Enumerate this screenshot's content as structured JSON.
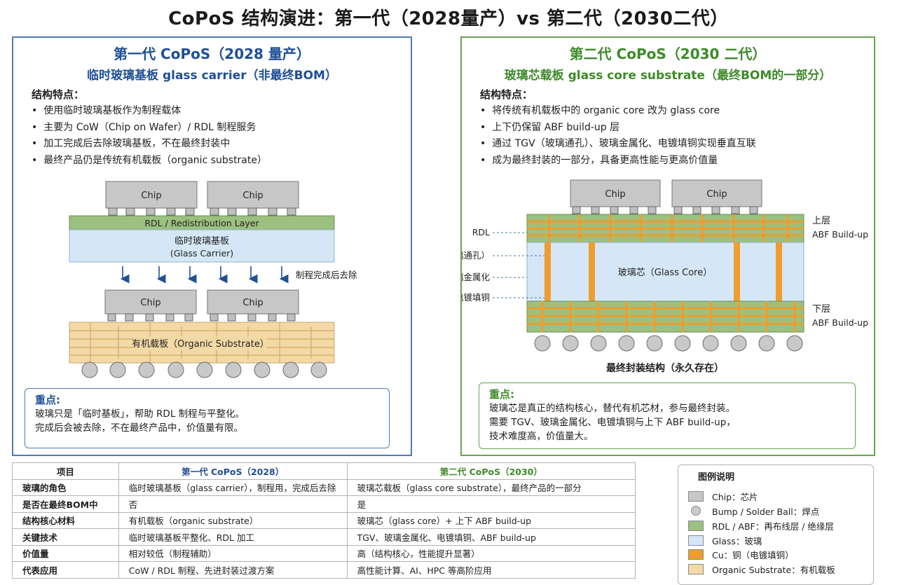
{
  "title": "CoPoS 结构演进：第一代（2028量产）vs 第二代（2030二代）",
  "left": {
    "title": "第一代 CoPoS（2028 量产）",
    "subtitle": "临时玻璃基板 glass carrier（非最终BOM）",
    "features_heading": "结构特点：",
    "features": [
      "使用临时玻璃基板作为制程载体",
      "主要为 CoW（Chip on Wafer）/ RDL 制程服务",
      "加工完成后去除玻璃基板，不在最终封装中",
      "最终产品仍是传统有机载板（organic substrate）"
    ],
    "diagram": {
      "chip": "Chip",
      "rdl": "RDL / Redistribution Layer",
      "carrier_line1": "临时玻璃基板",
      "carrier_line2": "(Glass Carrier)",
      "remove_note": "制程完成后去除",
      "substrate": "有机载板（Organic Substrate）"
    },
    "key_title": "重点:",
    "key_lines": [
      "玻璃只是「临时基板」，帮助  RDL  制程与平整化。",
      "完成后会被去除，不在最终产品中，价值量有限。"
    ]
  },
  "right": {
    "title": "第二代 CoPoS（2030 二代）",
    "subtitle": "玻璃芯载板 glass core substrate（最终BOM的一部分）",
    "features_heading": "结构特点：",
    "features": [
      "将传统有机载板中的 organic core 改为 glass core",
      "上下仍保留 ABF build-up 层",
      "通过 TGV（玻璃通孔）、玻璃金属化、电镀填铜实现垂直互联",
      "成为最终封装的一部分，具备更高性能与更高价值量"
    ],
    "diagram": {
      "chip": "Chip",
      "core": "玻璃芯（Glass Core）",
      "label_rdl": "RDL",
      "label_tgv": "TGV（玻璃通孔）",
      "label_metal": "玻璃金属化",
      "label_cu": "电镀填铜",
      "upper_line1": "上层",
      "upper_line2": "ABF Build-up",
      "lower_line1": "下层",
      "lower_line2": "ABF Build-up",
      "caption": "最终封装结构（永久存在）"
    },
    "key_title": "重点:",
    "key_lines": [
      "玻璃芯是真正的结构核心，替代有机芯材，参与最终封装。",
      "需要 TGV、玻璃金属化、电镀填铜与上下 ABF build-up，",
      "技术难度高，价值量大。"
    ]
  },
  "table": {
    "headers": [
      "项目",
      "第一代 CoPoS（2028）",
      "第二代 CoPoS（2030）"
    ],
    "rows": [
      [
        "玻璃的角色",
        "临时玻璃基板（glass carrier），制程用，完成后去除",
        "玻璃芯载板（glass core substrate），最终产品的一部分"
      ],
      [
        "是否在最终BOM中",
        "否",
        "是"
      ],
      [
        "结构核心材料",
        "有机载板（organic substrate）",
        "玻璃芯（glass core）+ 上下 ABF build-up"
      ],
      [
        "关键技术",
        "临时玻璃基板平整化、RDL 加工",
        "TGV、玻璃金属化、电镀填铜、ABF build-up"
      ],
      [
        "价值量",
        "相对较低（制程辅助）",
        "高（结构核心，性能提升显著）"
      ],
      [
        "代表应用",
        "CoW / RDL 制程、先进封装过渡方案",
        "高性能计算、AI、HPC 等高阶应用"
      ]
    ]
  },
  "legend": {
    "title": "图例说明",
    "items": [
      {
        "label": "Chip：芯片",
        "swatch": "chip"
      },
      {
        "label": "Bump / Solder Ball：焊点",
        "swatch": "ball"
      },
      {
        "label": "RDL / ABF：再布线层 / 绝缘层",
        "swatch": "rdl"
      },
      {
        "label": "Glass：玻璃",
        "swatch": "glass"
      },
      {
        "label": "Cu：铜（电镀填铜）",
        "swatch": "cu"
      },
      {
        "label": "Organic Substrate：有机载板",
        "swatch": "organic"
      }
    ]
  },
  "colors": {
    "blue_accent": "#1f4f96",
    "green_accent": "#3d8a28",
    "chip": "#c7c7c7",
    "rdl": "#9cc07f",
    "glass": "#d5e7f6",
    "cu": "#ee9d2e",
    "organic": "#f2d9a6"
  }
}
